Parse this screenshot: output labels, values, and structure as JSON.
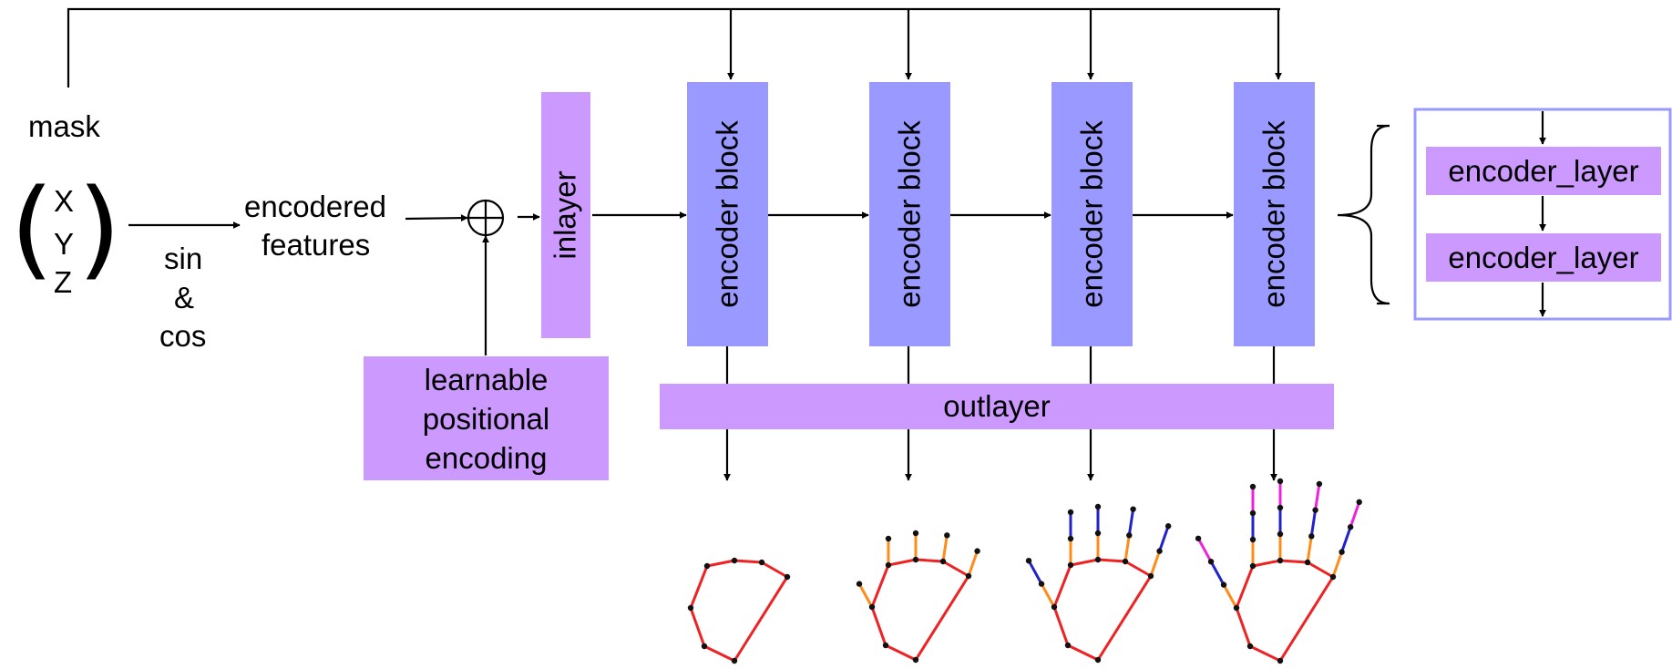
{
  "labels": {
    "mask": "mask",
    "x": "X",
    "y": "Y",
    "z": "Z",
    "sin": "sin",
    "amp": "&",
    "cos": "cos",
    "encodered_features_1": "encodered",
    "encodered_features_2": "features",
    "learnable_1": "learnable",
    "learnable_2": "positional",
    "learnable_3": "encoding",
    "inlayer": "inlayer",
    "outlayer": "outlayer",
    "encoder_blocks": [
      "encoder block",
      "encoder block",
      "encoder block",
      "encoder block"
    ],
    "encoder_layers": [
      "encoder_layer",
      "encoder_layer"
    ]
  },
  "colors": {
    "layer_purple": "#cc99ff",
    "block_blue": "#9999ff",
    "detail_border": "#9999ff",
    "palm_red": "#ee2222",
    "stage1_orange": "#ff8c1a",
    "stage2_blue": "#2222cc",
    "stage3_magenta": "#ee22dd",
    "joint": "#111111"
  }
}
